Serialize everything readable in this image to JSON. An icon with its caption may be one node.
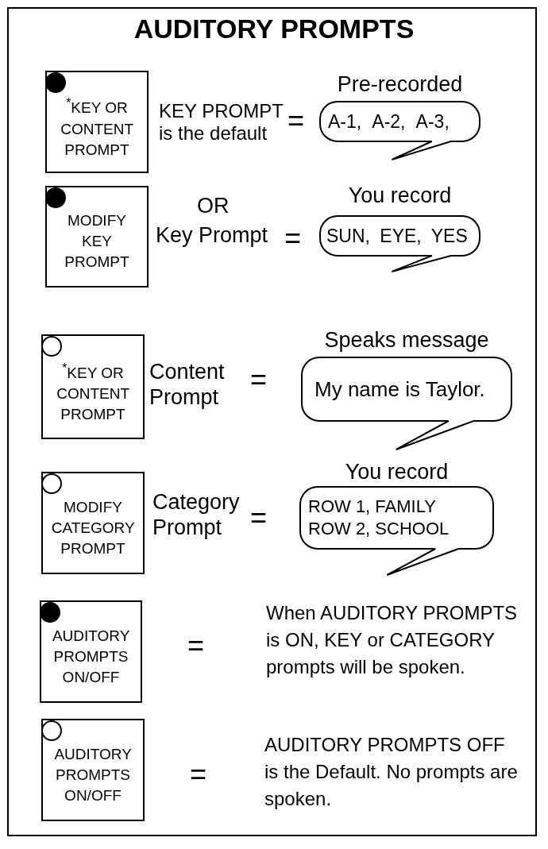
{
  "diagram": {
    "title": "AUDITORY PROMPTS",
    "nodes": [
      {
        "text": [
          "$^{*}$KEY OR CONTENT PROMPT"
        ]
      },
      {
        "text": [],
        "shape": "dot",
        "in": 0
      },
      {
        "text": [
          "A-1, A-2, A-3,"
        ],
        "beside": [
          "Pre-recorded"
        ]
      },
      {
        "text": [
          "MODIFY KEY PROMPT"
        ]
      },
      {
        "text": [],
        "shape": "dot",
        "in": 3
      },
      {
        "text": [
          "SUN, EYE, YES"
        ],
        "beside": [
          "You record"
        ]
      },
      {
        "text": [
          "$^{*}$KEY OR CONTENT PROMPT"
        ]
      },
      {
        "text": [],
        "shape": "circle",
        "in": 6
      },
      {
        "text": [
          "My name is Taylor."
        ],
        "beside": [
          "Speaks message"
        ]
      },
      {
        "text": [
          "MODIFY CATEGORY PROMPT"
        ]
      },
      {
        "text": [],
        "shape": "circle",
        "in": 9
      },
      {
        "text": [
          "ROW 1, FAMILY",
          "ROW 2, SCHOOL"
        ],
        "beside": [
          "You record"
        ]
      },
      {
        "text": [
          "AUDITORY PROMPTS ON/OFF"
        ]
      },
      {
        "text": [],
        "shape": "dot",
        "in": 12
      },
      {
        "text": [
          "AUDITORY PROMPTS ON/OFF"
        ]
      },
      {
        "text": [],
        "shape": "circle",
        "in": 14
      }
    ],
    "labels": [
      "KEY PROMPT is the default",
      "=",
      "OR",
      "Key Prompt",
      "=",
      "Content Prompt",
      "=",
      "Category Prompt",
      "=",
      "=",
      "When AUDITORY PROMPTS is ON, KEY or CATEGORY prompts will be spoken.",
      "=",
      "AUDITORY PROMPTS OFF is the Default. No prompts are spoken."
    ]
  }
}
